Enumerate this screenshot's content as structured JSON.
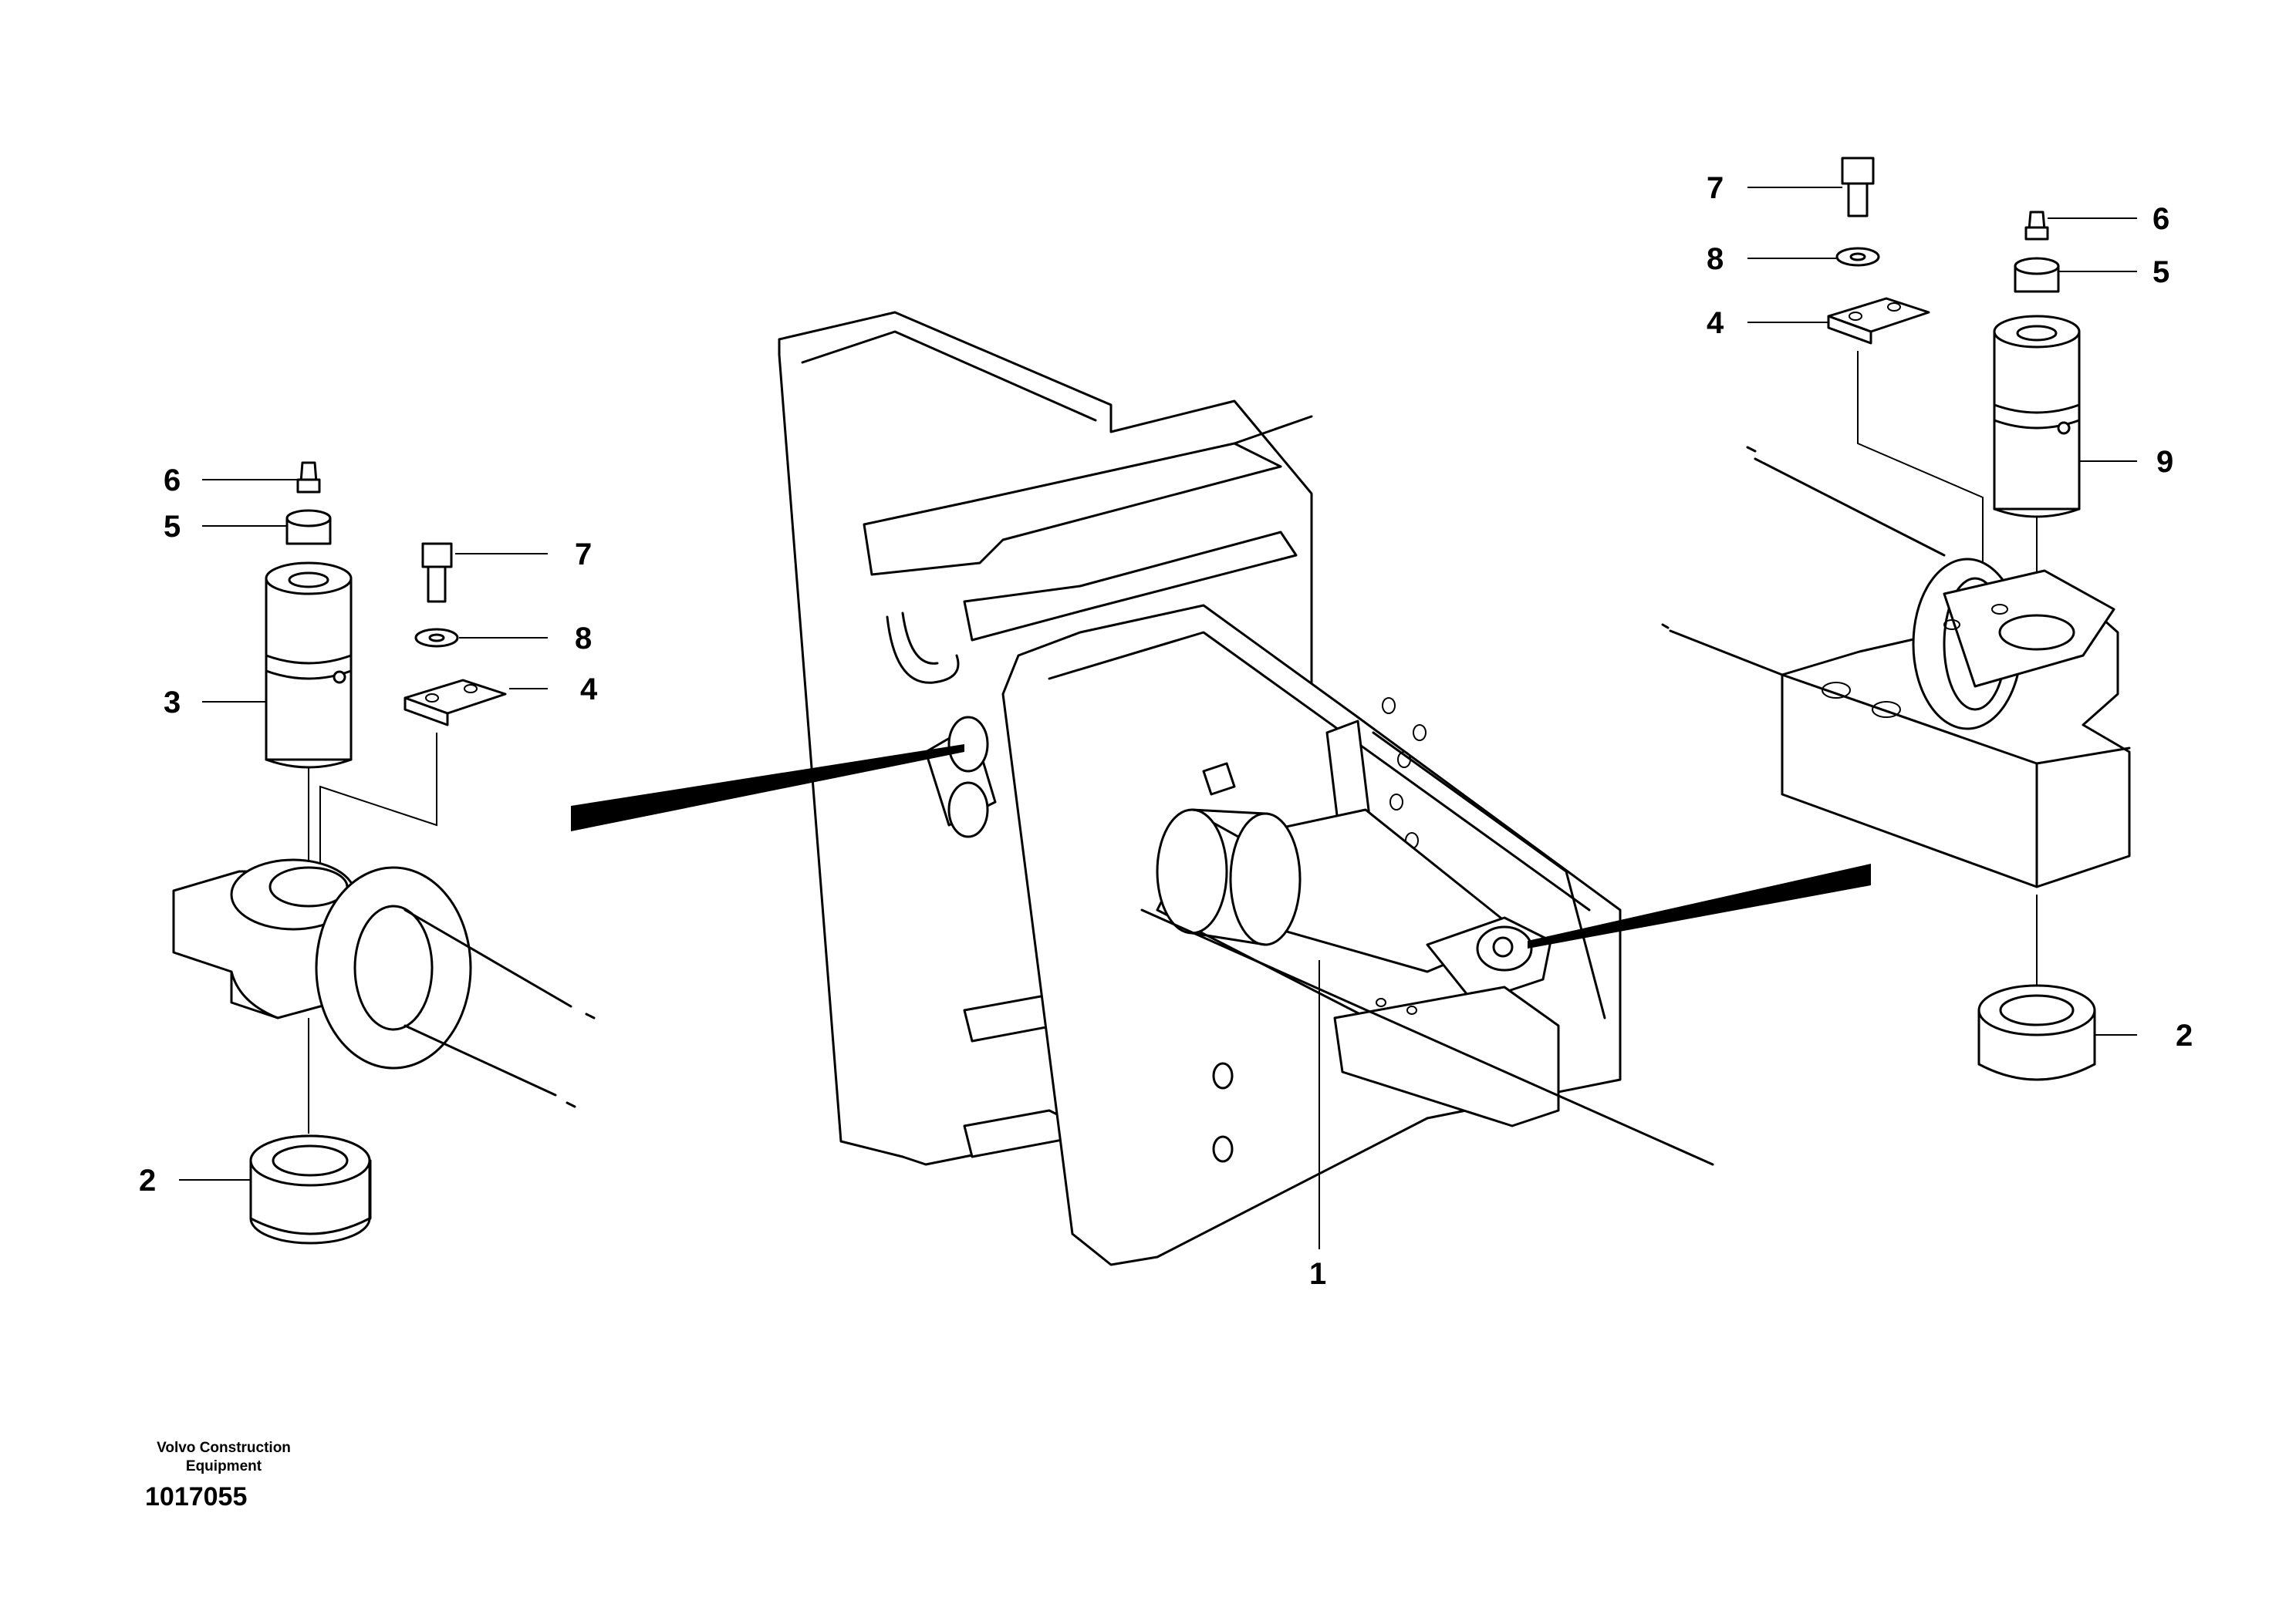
{
  "footer": {
    "company_line1": "Volvo Construction",
    "company_line2": "Equipment",
    "drawing_number": "1017055"
  },
  "callouts": {
    "c1": "1",
    "left_6": "6",
    "left_5": "5",
    "left_3": "3",
    "left_7": "7",
    "left_8": "8",
    "left_4": "4",
    "left_2": "2",
    "right_7": "7",
    "right_8": "8",
    "right_4": "4",
    "right_6": "6",
    "right_5": "5",
    "right_9": "9",
    "right_2": "2"
  }
}
